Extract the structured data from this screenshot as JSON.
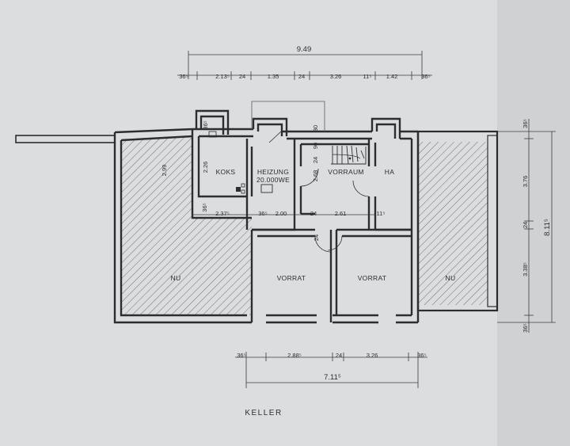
{
  "title": "KELLER",
  "rooms": {
    "koks": "KOKS",
    "heizung_line1": "HEIZUNG",
    "heizung_line2": "20.000WE",
    "vorraum": "VORRAUM",
    "ha": "HA",
    "nu_left": "NU",
    "nu_right": "NU",
    "vorrat_left": "VORRAT",
    "vorrat_right": "VORRAT"
  },
  "top_dimensions": {
    "overall": "9.49",
    "segments": [
      "36⁵",
      "2.13⁵",
      "24",
      "1.35",
      "24",
      "3.26",
      "11⁵",
      "1.42",
      "36⁵"
    ]
  },
  "bottom_dimensions": {
    "overall": "7.11⁵",
    "segments": [
      "36⁵",
      "2.88⁵",
      "24",
      "3.26",
      "36⁵"
    ]
  },
  "right_dimensions": {
    "overall": "8.11⁵",
    "segments": [
      "36⁵",
      "3.76",
      "24",
      "3.38⁵",
      "36⁵"
    ]
  },
  "interior_dimensions": {
    "koks_height": "2.26",
    "nu_height": "2.99",
    "koks_top": "36⁵",
    "koks_wall": "36⁵",
    "koks_width": "2.37⁵",
    "heizung_left": "36⁵",
    "heizung_width": "2.00",
    "wall_24_a": "24",
    "vorraum_width": "2.61",
    "vorraum_right": "11⁵",
    "heizung_height": "2.68",
    "stair_24": "24",
    "stair_90": "90",
    "stair_30": "30",
    "door_24": "24"
  }
}
